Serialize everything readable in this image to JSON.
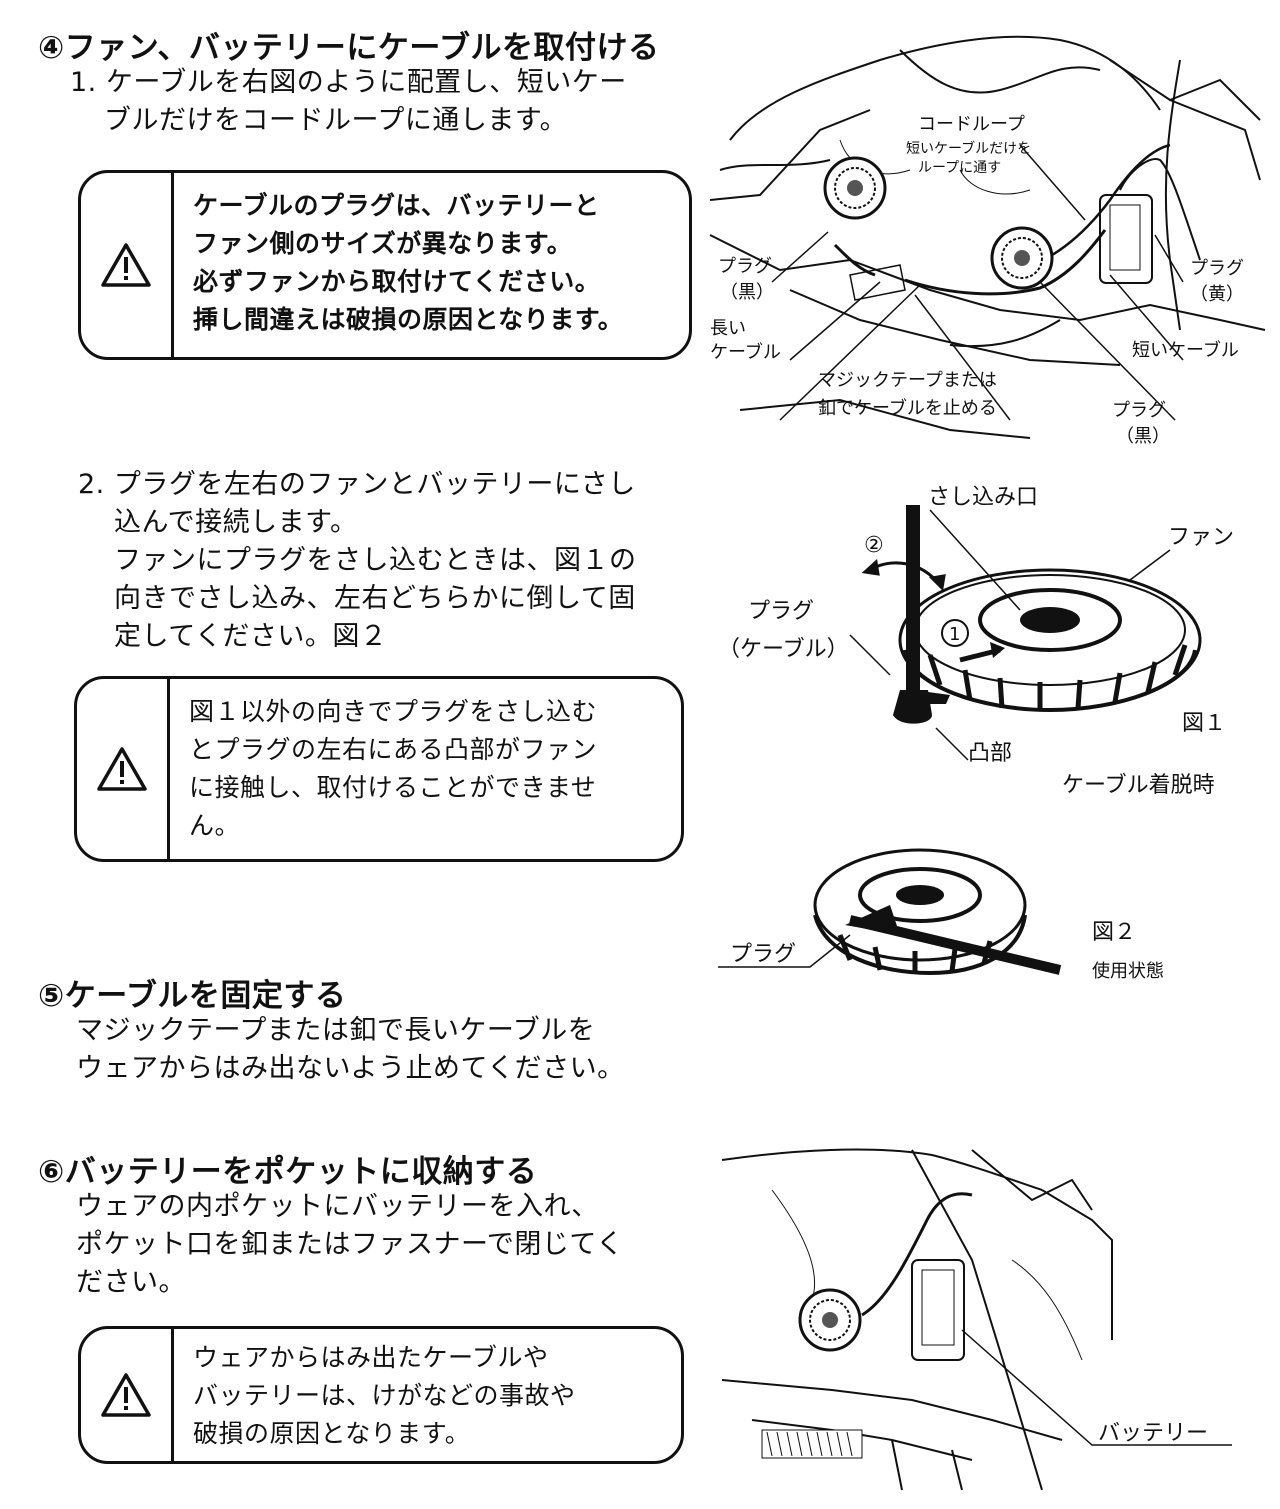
{
  "s4": {
    "heading": "④ファン、バッテリーにケーブルを取付ける",
    "step1": [
      "1. ケーブルを右図のように配置し、短いケー",
      "ブルだけをコードループに通します。"
    ],
    "warn1": [
      "ケーブルのプラグは、バッテリーと",
      "ファン側のサイズが異なります。",
      "必ずファンから取付けてください。",
      "挿し間違えは破損の原因となります。"
    ],
    "step2": [
      "2. プラグを左右のファンとバッテリーにさし",
      "込んで接続します。",
      "ファンにプラグをさし込むときは、図１の",
      "向きでさし込み、左右どちらかに倒して固",
      "定してください。図２"
    ],
    "warn2": [
      "図１以外の向きでプラグをさし込む",
      "とプラグの左右にある凸部がファン",
      "に接触し、取付けることができませ",
      "ん。"
    ]
  },
  "s5": {
    "heading": "⑤ケーブルを固定する",
    "body": [
      "マジックテープまたは釦で長いケーブルを",
      "ウェアからはみ出ないよう止めてください。"
    ]
  },
  "s6": {
    "heading": "⑥バッテリーをポケットに収納する",
    "body": [
      "ウェアの内ポケットにバッテリーを入れ、",
      "ポケット口を釦またはファスナーで閉じてく",
      "ださい。"
    ],
    "warn3": [
      "ウェアからはみ出たケーブルや",
      "バッテリーは、けがなどの事故や",
      "破損の原因となります。"
    ]
  },
  "fig_top": {
    "cord_loop": "コードループ",
    "cord_loop_note": [
      "短いケーブルだけを",
      "ループに通す"
    ],
    "plug_black_left": [
      "プラグ",
      "（黒）"
    ],
    "long_cable": [
      "長い",
      "ケーブル"
    ],
    "tape_note": [
      "マジックテープまたは",
      "釦でケーブルを止める"
    ],
    "plug_yellow": [
      "プラグ",
      "（黄）"
    ],
    "short_cable": "短いケーブル",
    "plug_black_right": [
      "プラグ",
      "（黒）"
    ]
  },
  "fig1": {
    "insert_slot": "さし込み口",
    "fan": "ファン",
    "step2_mark": "②",
    "step1_mark": "1",
    "plug_cable": [
      "プラグ",
      "（ケーブル）"
    ],
    "bump": "凸部",
    "label": "図１",
    "caption": "ケーブル着脱時"
  },
  "fig2": {
    "plug": "プラグ",
    "label": "図２",
    "caption": "使用状態"
  },
  "fig3": {
    "battery": "バッテリー"
  },
  "icons": {
    "warning": "warning-triangle-icon"
  }
}
